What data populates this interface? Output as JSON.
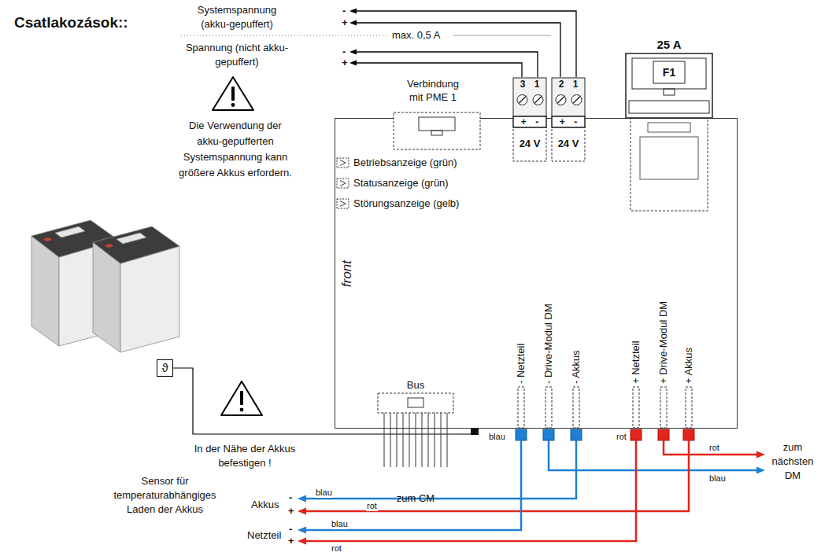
{
  "diagram": {
    "title": "Csatlakozások::",
    "nodes": [
      {
        "text": [
          "front"
        ]
      },
      {
        "text": [
          "Verbindung mit PME 1"
        ],
        "in": 0
      },
      {
        "text": [
          "3 1",
          "+ -",
          "24 V"
        ]
      },
      {
        "text": [
          "2 1",
          "+ -",
          "24 V"
        ]
      },
      {
        "text": [
          "25 A",
          "F1"
        ]
      },
      {
        "text": [
          "Betriebsanzeige (grün)"
        ],
        "in": 0
      },
      {
        "text": [
          "Statusanzeige (grün)"
        ],
        "in": 0
      },
      {
        "text": [
          "Störungsanzeige (gelb)"
        ],
        "in": 0
      },
      {
        "text": [
          "- Netzteil"
        ],
        "in": 0
      },
      {
        "text": [
          "- Drive-Modul DM"
        ],
        "in": 0
      },
      {
        "text": [
          "- Akkus"
        ],
        "in": 0
      },
      {
        "text": [
          "+ Netzteil"
        ],
        "in": 0
      },
      {
        "text": [
          "+ Drive-Modul DM"
        ],
        "in": 0
      },
      {
        "text": [
          "+ Akkus"
        ],
        "in": 0
      },
      {
        "text": [
          "Bus",
          "zum CM"
        ],
        "in": 0
      },
      {
        "text": [
          "ϑ",
          "Sensor für temperaturabhängiges Laden der Akkus"
        ]
      }
    ],
    "edges": [
      {
        "from": 15,
        "to": 0,
        "arrow": "none"
      }
    ],
    "labels": [
      "Systemspannung (akku-gepuffert)",
      "-",
      "+",
      "max. 0,5 A",
      "Spannung (nicht akku-gepuffert)",
      "-",
      "+",
      "Die Verwendung der akku-gepufferten Systemspannung kann größere Akkus erfordern.",
      "In der Nähe der Akkus befestigen !",
      "Akkus",
      "-",
      "+",
      "Netzteil",
      "-",
      "+",
      "blau",
      "rot",
      "rot",
      "blau",
      "zum nächsten DM",
      "blau",
      "rot",
      "blau",
      "rot"
    ]
  }
}
